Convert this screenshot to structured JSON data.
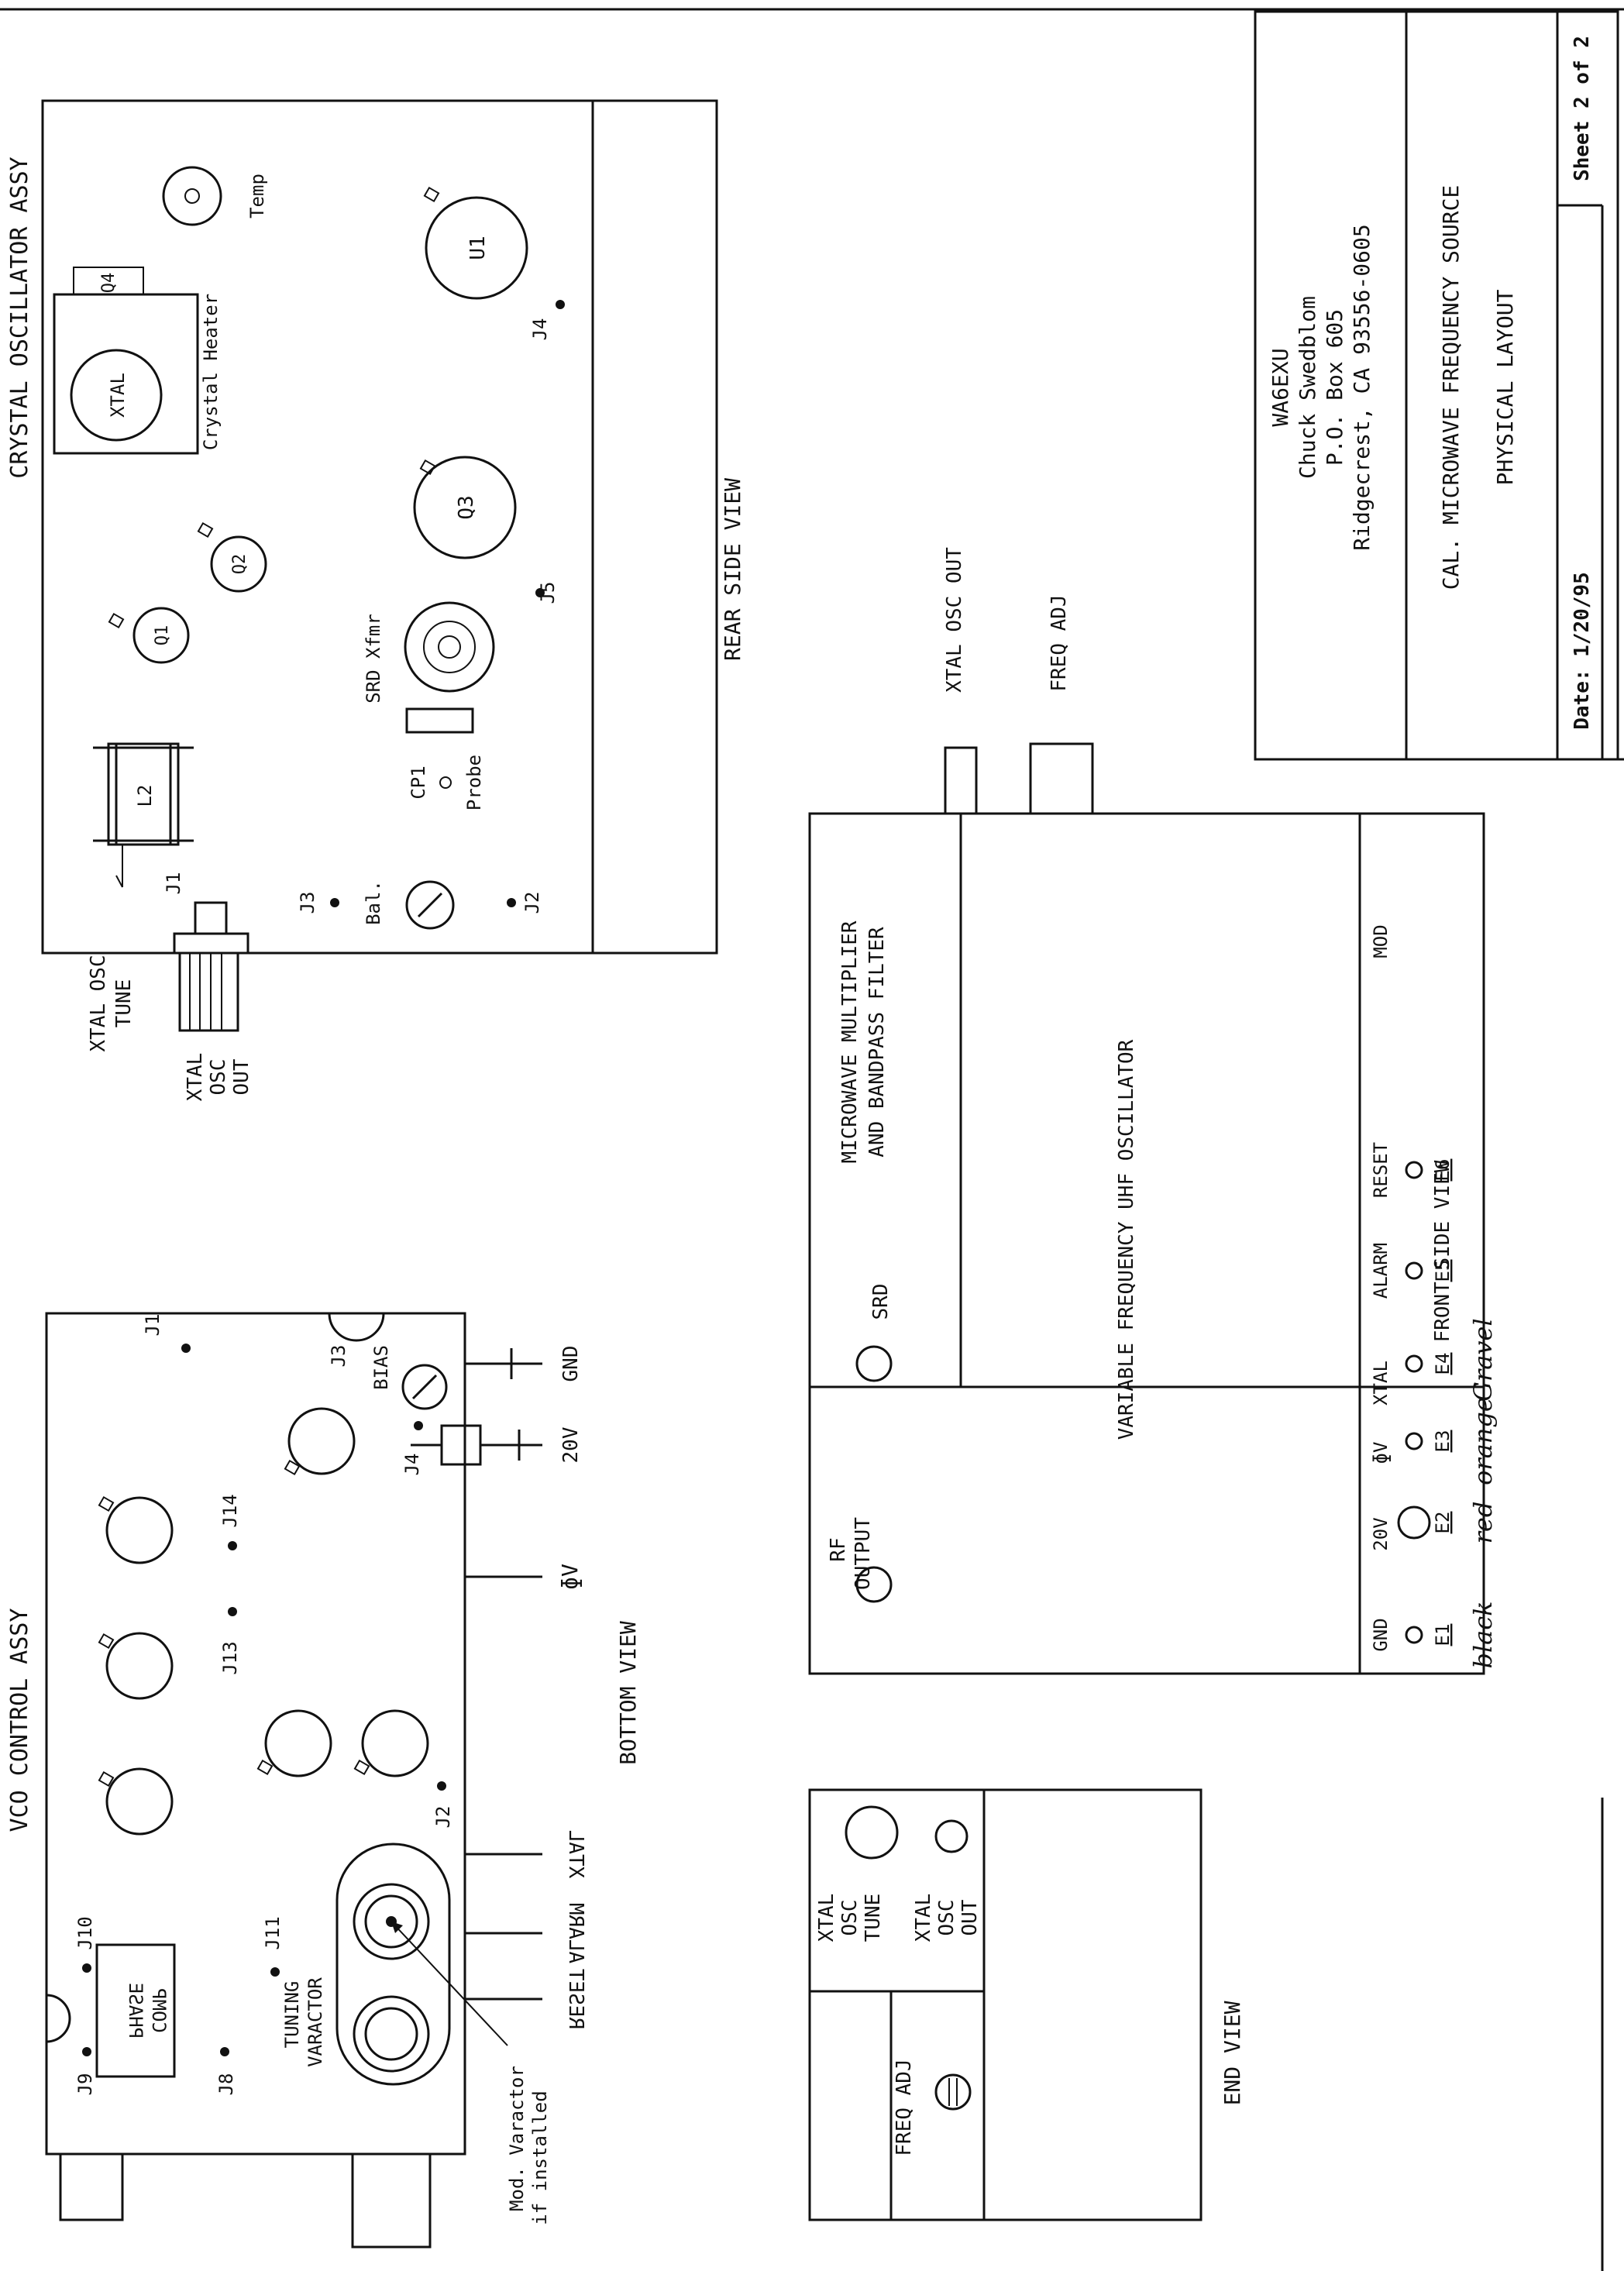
{
  "title_block": {
    "callsign": "WA6EXU",
    "name": "Chuck Swedblom",
    "address": "P.O. Box 605",
    "city": "Ridgecrest, CA 93556-0605",
    "project": "CAL. MICROWAVE FREQUENCY SOURCE",
    "drawing": "PHYSICAL LAYOUT",
    "date": "Date: 1/20/95",
    "sheet": "Sheet 2 of 2"
  },
  "crystal_osc": {
    "title": "CRYSTAL OSCILLATOR ASSY",
    "view": "REAR SIDE VIEW",
    "q4": "Q4",
    "xtal": "XTAL",
    "heater": "Crystal Heater",
    "temp": "Temp",
    "u1": "U1",
    "j4": "J4",
    "q3": "Q3",
    "j5": "J5",
    "q2": "Q2",
    "q1": "Q1",
    "srd_xfmr": "SRD Xfmr",
    "cp1": "CP1",
    "probe": "Probe",
    "l2": "L2",
    "j1": "J1",
    "j3": "J3",
    "bal": "Bal.",
    "j2": "J2",
    "xtal_osc_tune": [
      "XTAL OSC",
      "TUNE"
    ],
    "xtal_osc_out": [
      "XTAL",
      "OSC",
      "OUT"
    ]
  },
  "front": {
    "xtal_osc_out": "XTAL OSC OUT",
    "freq_adj": "FREQ ADJ",
    "multiplier": [
      "MICROWAVE MULTIPLIER",
      "AND BANDPASS FILTER"
    ],
    "vfo": "VARIABLE FREQUENCY UHF OSCILLATOR",
    "mod": "MOD",
    "srd": "SRD",
    "rf_output": [
      "RF",
      "OUTPUT"
    ],
    "terminals": [
      "GND",
      "20V",
      "ɸV",
      "XTAL",
      "ALARM",
      "RESET"
    ],
    "terminal_ids": [
      "E1",
      "E2",
      "E3",
      "E4",
      "E5",
      "E6"
    ],
    "view": "FRONT SIDE VIEW",
    "wires": [
      "black",
      "red",
      "orange",
      "Gravel"
    ]
  },
  "vco": {
    "title": "VCO CONTROL ASSY",
    "view": "BOTTOM VIEW",
    "j1": "J1",
    "j3": "J3",
    "bias": "BIAS",
    "gnd": "GND",
    "j4": "J4",
    "v20": "20V",
    "j14": "J14",
    "j13": "J13",
    "phi_v": "ɸV",
    "j2": "J2",
    "xtal": "XTAL",
    "alarm": "ALARM",
    "reset": "RESET",
    "j10": "J10",
    "phase_comp": [
      "PHASE",
      "COMP"
    ],
    "j11": "J11",
    "j9": "J9",
    "j8": "J8",
    "tuning_varactor": [
      "TUNING",
      "VARACTOR"
    ],
    "mod_varactor": [
      "Mod. Varactor",
      "if installed"
    ]
  },
  "end_view": {
    "title": "END VIEW",
    "xtal_osc_tune": [
      "XTAL",
      "OSC",
      "TUNE"
    ],
    "xtal_osc_out": [
      "XTAL",
      "OSC",
      "OUT"
    ],
    "freq_adj": "FREQ ADJ"
  }
}
